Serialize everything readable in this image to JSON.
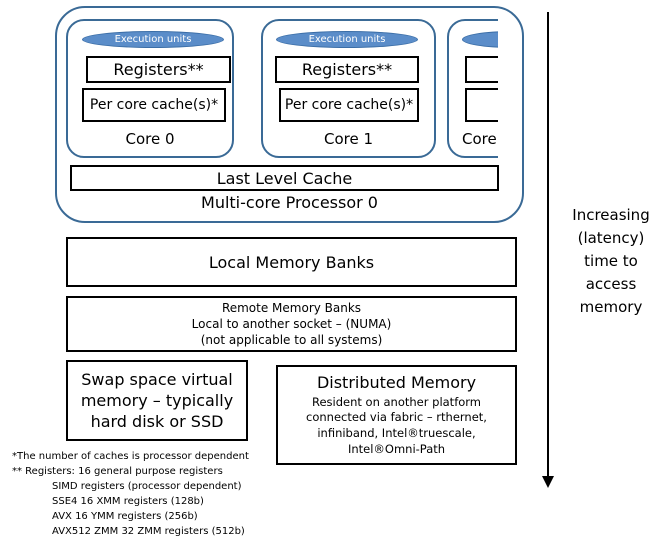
{
  "processor": {
    "label": "Multi-core Processor 0",
    "last_level_cache": "Last Level Cache",
    "cores": [
      {
        "label": "Core 0",
        "execution_units": "Execution units",
        "registers": "Registers**",
        "cache": "Per core cache(s)*"
      },
      {
        "label": "Core 1",
        "execution_units": "Execution units",
        "registers": "Registers**",
        "cache": "Per core cache(s)*"
      },
      {
        "label": "Core"
      }
    ]
  },
  "local_memory": "Local Memory Banks",
  "remote_memory": {
    "line1": "Remote Memory Banks",
    "line2": "Local to another socket – (NUMA)",
    "line3": "(not applicable to all systems)"
  },
  "swap": {
    "line1": "Swap space virtual",
    "line2": "memory – typically",
    "line3": "hard disk or SSD"
  },
  "distributed": {
    "title": "Distributed Memory",
    "line1": "Resident on another platform",
    "line2": "connected via fabric – rthernet,",
    "line3": "infiniband, Intel®truescale,",
    "line4": "Intel®Omni-Path"
  },
  "footnotes": [
    "*The number of caches is processor dependent",
    "** Registers: 16 general purpose registers",
    "SIMD registers (processor dependent)",
    "SSE4 16 XMM registers (128b)",
    "AVX 16 YMM registers (256b)",
    "AVX512 ZMM 32 ZMM registers (512b)"
  ],
  "latency_axis": {
    "lines": [
      "Increasing",
      "(latency)",
      "time to",
      "access",
      "memory"
    ]
  }
}
